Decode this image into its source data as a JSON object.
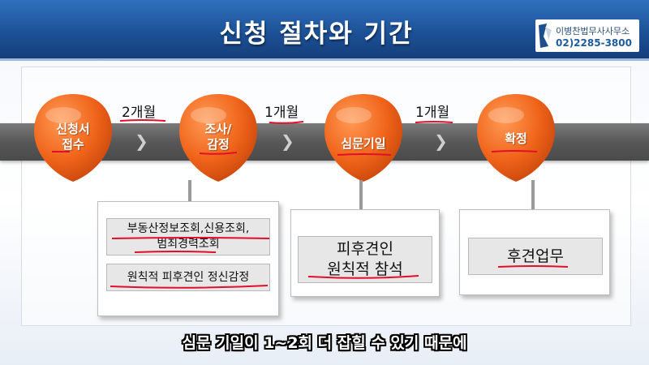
{
  "header": {
    "title": "신청 절차와 기간",
    "logo": {
      "name": "이병찬법무사사무소",
      "phone": "02)2285-3800"
    }
  },
  "steps": [
    {
      "label_line1": "신청서",
      "label_line2": "접수"
    },
    {
      "label_line1": "조사/",
      "label_line2": "감정"
    },
    {
      "label_line1": "심문기일",
      "label_line2": ""
    },
    {
      "label_line1": "확정",
      "label_line2": ""
    }
  ],
  "durations": [
    "2개월",
    "1개월",
    "1개월"
  ],
  "cards": {
    "investigation": {
      "box1_line1": "부동산정보조회,신용조회,",
      "box1_line2": "범죄경력조회",
      "box2": "원칙적 피후견인 정신감정"
    },
    "hearing": {
      "line1": "피후견인",
      "line2": "원칙적 참석"
    },
    "confirmation": {
      "line1": "후견업무"
    }
  },
  "caption": "심문 기일이 1~2회 더 잡힐 수 있기 때문에",
  "colors": {
    "header": "#1f5ba6",
    "orange": "#f06a1e",
    "bar": "#5c5c5c",
    "underline": "#e0102a"
  }
}
